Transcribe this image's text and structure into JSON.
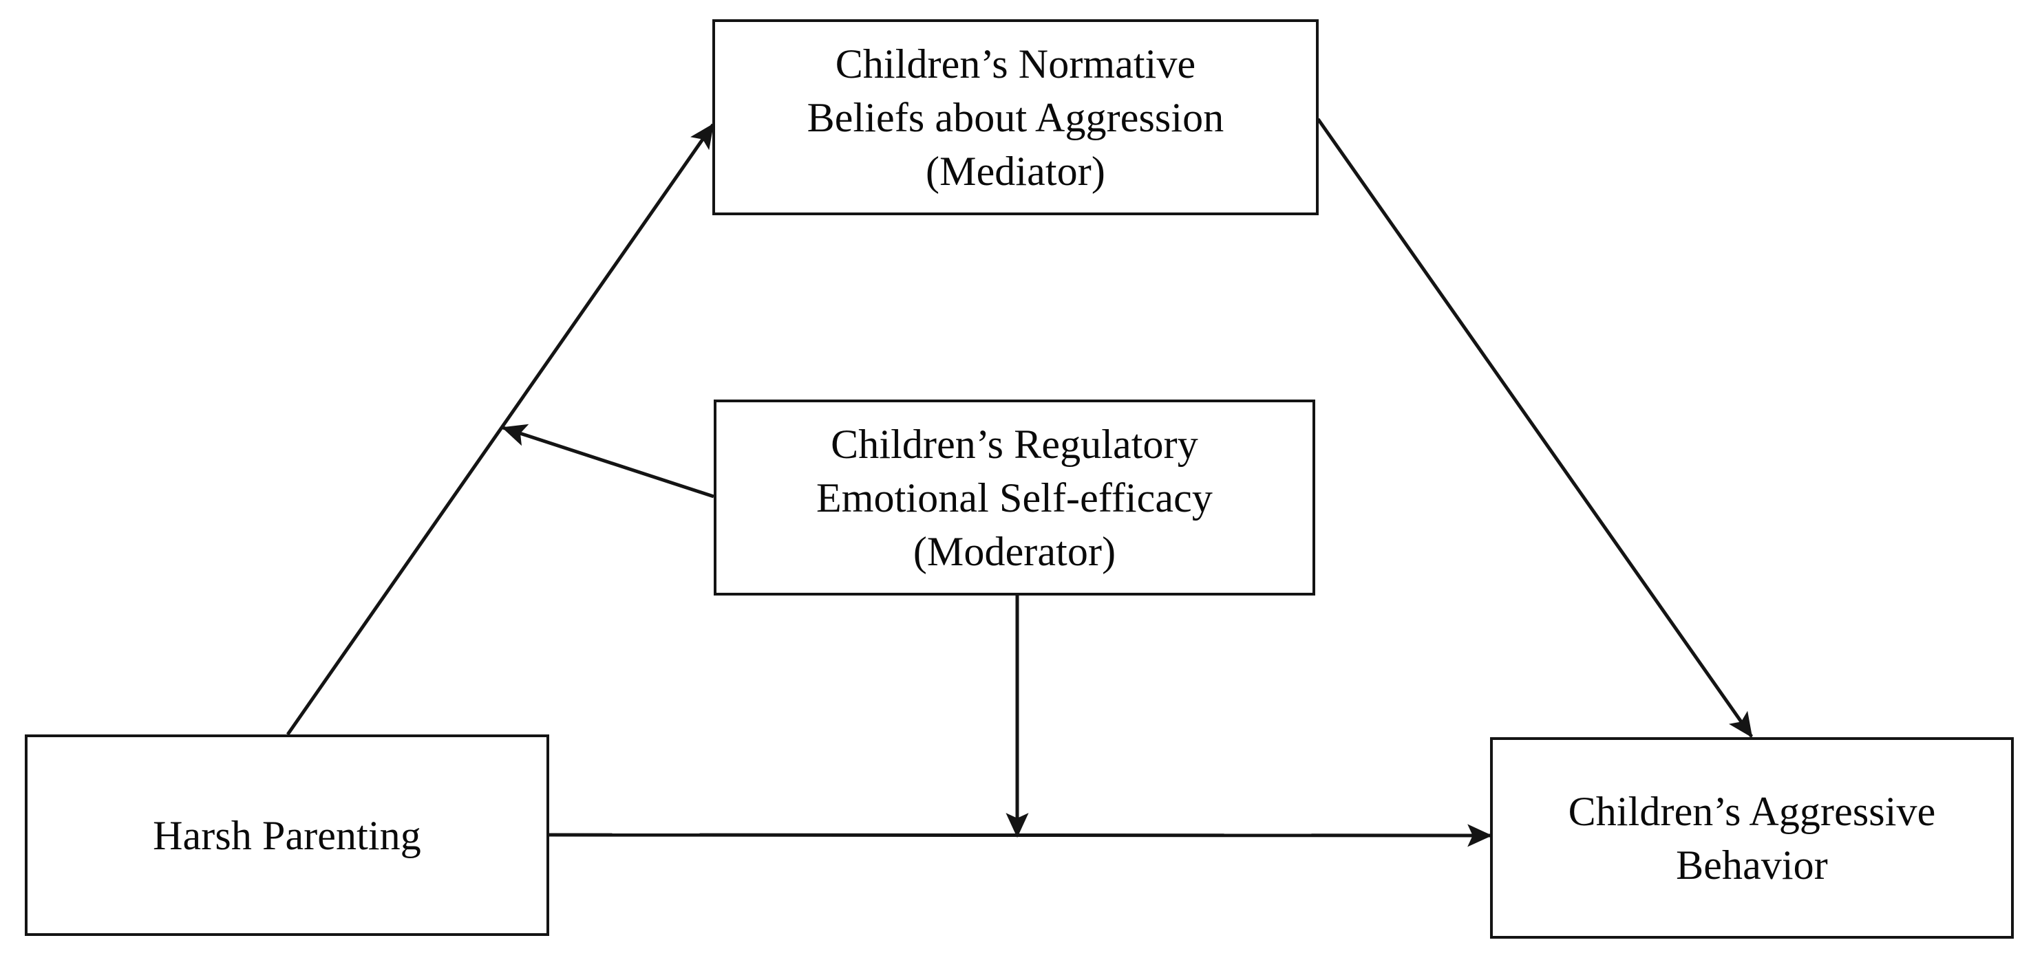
{
  "diagram": {
    "type": "conceptual-model",
    "background_color": "#ffffff",
    "line_color": "#141414",
    "text_color": "#0a0a0a",
    "nodes": [
      {
        "id": "mediator",
        "label": "Children’s Normative\nBeliefs about Aggression\n(Mediator)",
        "role": "Mediator",
        "name": "Children’s Normative Beliefs about Aggression"
      },
      {
        "id": "moderator",
        "label": "Children’s Regulatory\nEmotional Self-efficacy\n(Moderator)",
        "role": "Moderator",
        "name": "Children’s Regulatory Emotional Self-efficacy"
      },
      {
        "id": "predictor",
        "label": "Harsh Parenting",
        "role": "Predictor",
        "name": "Harsh Parenting"
      },
      {
        "id": "outcome",
        "label": "Children’s Aggressive\nBehavior",
        "role": "Outcome",
        "name": "Children’s Aggressive Behavior"
      }
    ],
    "edges": [
      {
        "id": "predictor-to-mediator",
        "from": "predictor",
        "to": "mediator",
        "style": "solid",
        "arrowhead": "filled-triangle",
        "label": ""
      },
      {
        "id": "mediator-to-outcome",
        "from": "mediator",
        "to": "outcome",
        "style": "solid",
        "arrowhead": "filled-triangle",
        "label": ""
      },
      {
        "id": "predictor-to-outcome",
        "from": "predictor",
        "to": "outcome",
        "style": "solid",
        "arrowhead": "filled-triangle",
        "label": ""
      },
      {
        "id": "moderator-to-predictor-mediator-path",
        "from": "moderator",
        "to": "predictor-to-mediator",
        "style": "solid",
        "arrowhead": "filled-triangle",
        "label": ""
      },
      {
        "id": "moderator-to-predictor-outcome-path",
        "from": "moderator",
        "to": "predictor-to-outcome",
        "style": "solid",
        "arrowhead": "filled-triangle",
        "label": ""
      }
    ]
  }
}
